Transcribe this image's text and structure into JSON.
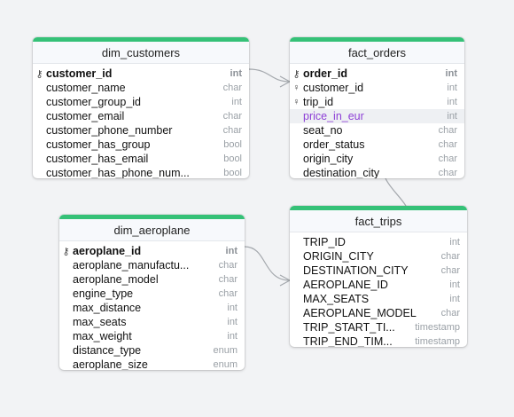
{
  "accent_color": "#35c177",
  "tables": [
    {
      "id": "dim_customers",
      "title": "dim_customers",
      "columns": [
        {
          "name": "customer_id",
          "type": "int",
          "icon": "key-icon",
          "pk": true
        },
        {
          "name": "customer_name",
          "type": "char"
        },
        {
          "name": "customer_group_id",
          "type": "int"
        },
        {
          "name": "customer_email",
          "type": "char"
        },
        {
          "name": "customer_phone_number",
          "type": "char"
        },
        {
          "name": "customer_has_group",
          "type": "bool"
        },
        {
          "name": "customer_has_email",
          "type": "bool"
        },
        {
          "name": "customer_has_phone_num...",
          "type": "bool"
        }
      ]
    },
    {
      "id": "fact_orders",
      "title": "fact_orders",
      "columns": [
        {
          "name": "order_id",
          "type": "int",
          "icon": "key-icon",
          "pk": true
        },
        {
          "name": "customer_id",
          "type": "int",
          "icon": "foreign-key-icon"
        },
        {
          "name": "trip_id",
          "type": "int",
          "icon": "foreign-key-icon"
        },
        {
          "name": "price_in_eur",
          "type": "int",
          "highlighted": true
        },
        {
          "name": "seat_no",
          "type": "char"
        },
        {
          "name": "order_status",
          "type": "char"
        },
        {
          "name": "origin_city",
          "type": "char"
        },
        {
          "name": "destination_city",
          "type": "char"
        }
      ]
    },
    {
      "id": "dim_aeroplane",
      "title": "dim_aeroplane",
      "columns": [
        {
          "name": "aeroplane_id",
          "type": "int",
          "icon": "key-icon",
          "pk": true
        },
        {
          "name": "aeroplane_manufactu...",
          "type": "char"
        },
        {
          "name": "aeroplane_model",
          "type": "char"
        },
        {
          "name": "engine_type",
          "type": "char"
        },
        {
          "name": "max_distance",
          "type": "int"
        },
        {
          "name": "max_seats",
          "type": "int"
        },
        {
          "name": "max_weight",
          "type": "int"
        },
        {
          "name": "distance_type",
          "type": "enum"
        },
        {
          "name": "aeroplane_size",
          "type": "enum"
        }
      ]
    },
    {
      "id": "fact_trips",
      "title": "fact_trips",
      "columns": [
        {
          "name": "TRIP_ID",
          "type": "int"
        },
        {
          "name": "ORIGIN_CITY",
          "type": "char"
        },
        {
          "name": "DESTINATION_CITY",
          "type": "char"
        },
        {
          "name": "AEROPLANE_ID",
          "type": "int"
        },
        {
          "name": "MAX_SEATS",
          "type": "int"
        },
        {
          "name": "AEROPLANE_MODEL",
          "type": "char"
        },
        {
          "name": "TRIP_START_TI...",
          "type": "timestamp"
        },
        {
          "name": "TRIP_END_TIM...",
          "type": "timestamp"
        }
      ]
    }
  ]
}
